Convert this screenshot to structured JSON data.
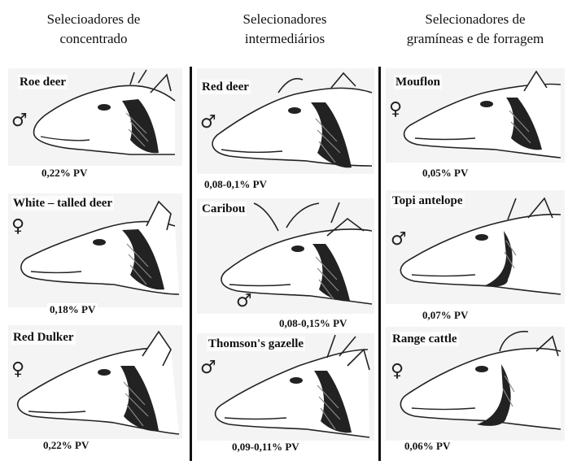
{
  "columns": [
    {
      "heading": [
        "Selecioadores de",
        "concentrado"
      ],
      "animals": [
        {
          "name": "Roe deer",
          "sex": "♂",
          "pv": "0,22% PV"
        },
        {
          "name": "White – talled deer",
          "sex": "♀",
          "pv": "0,18% PV"
        },
        {
          "name": "Red Dulker",
          "sex": "♀",
          "pv": "0,22% PV"
        }
      ]
    },
    {
      "heading": [
        "Selecionadores",
        "intermediários"
      ],
      "animals": [
        {
          "name": "Red deer",
          "sex": "♂",
          "pv": "0,08-0,1% PV"
        },
        {
          "name": "Caribou",
          "sex": "♂",
          "pv": "0,08-0,15% PV"
        },
        {
          "name": "Thomson's gazelle",
          "sex": "♂",
          "pv": "0,09-0,11% PV"
        }
      ]
    },
    {
      "heading": [
        "Selecionadores de",
        "gramíneas e de forragem"
      ],
      "animals": [
        {
          "name": "Mouflon",
          "sex": "♀",
          "pv": "0,05% PV"
        },
        {
          "name": "Topi  antelope",
          "sex": "♂",
          "pv": "0,07% PV"
        },
        {
          "name": "Range cattle",
          "sex": "♀",
          "pv": "0,06% PV"
        }
      ]
    }
  ]
}
